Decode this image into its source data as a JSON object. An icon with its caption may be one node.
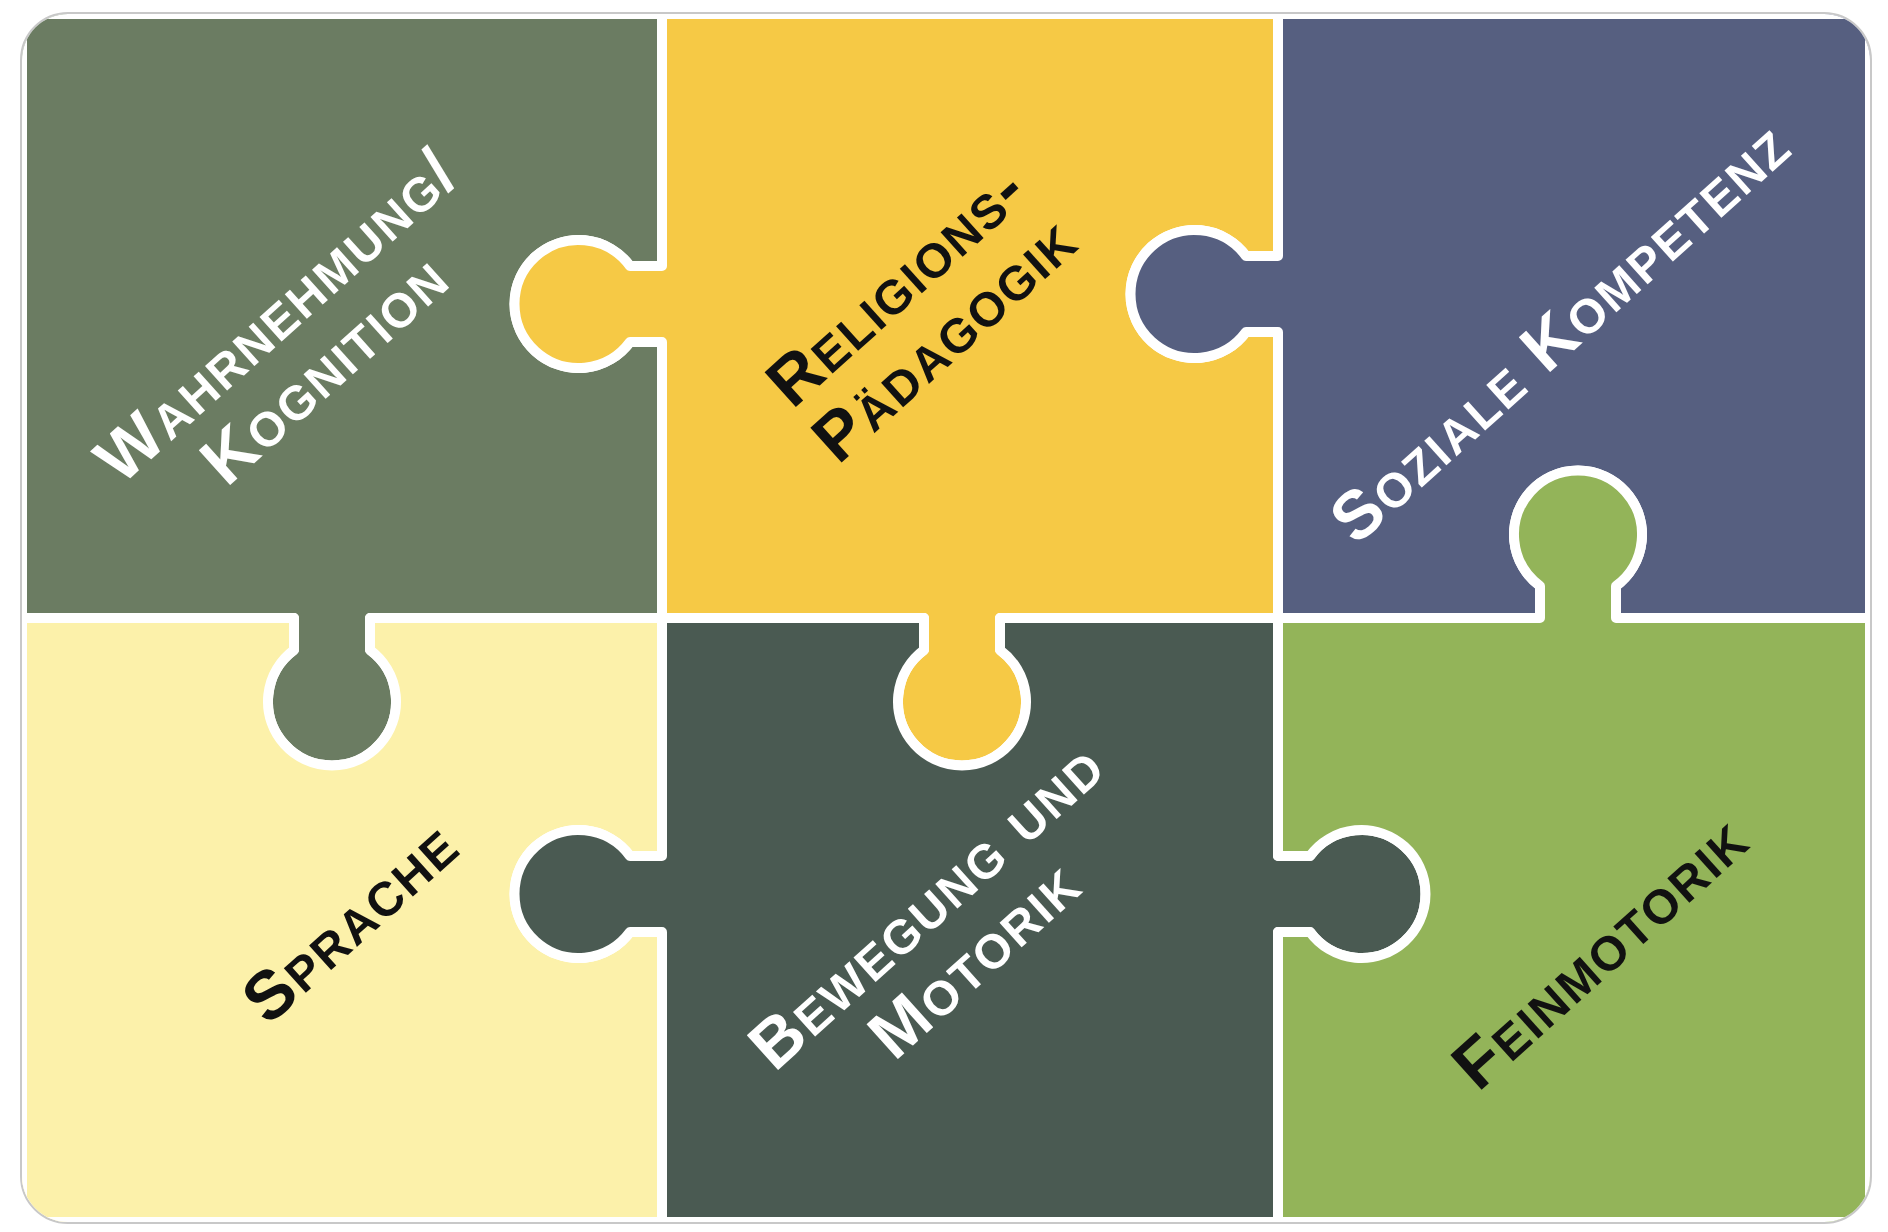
{
  "diagram": {
    "nodes": [
      {
        "text": [
          "Wahrnehmung/ Kognition"
        ]
      },
      {
        "text": [
          "Religions- Pädagogik"
        ]
      },
      {
        "text": [
          "Soziale Kompetenz"
        ]
      },
      {
        "text": [
          "Sprache"
        ]
      },
      {
        "text": [
          "Bewegung und Motorik"
        ]
      },
      {
        "text": [
          "Feinmotorik"
        ]
      }
    ]
  }
}
